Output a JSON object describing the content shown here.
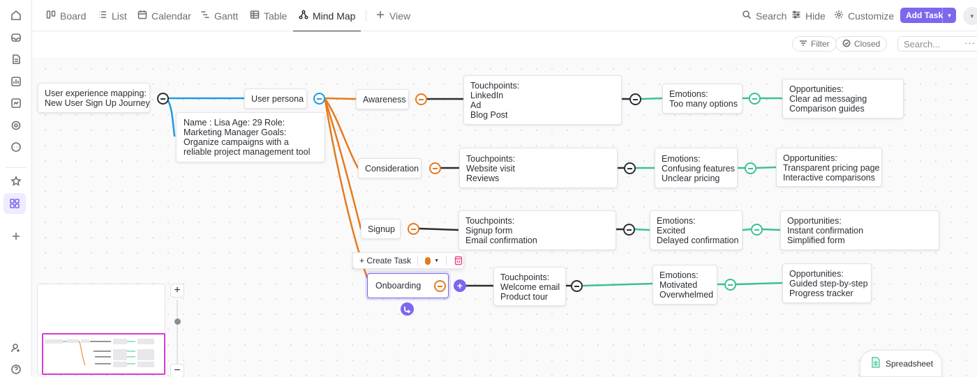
{
  "tabs": [
    {
      "label": "Board",
      "icon": "board-icon"
    },
    {
      "label": "List",
      "icon": "list-icon"
    },
    {
      "label": "Calendar",
      "icon": "calendar-icon"
    },
    {
      "label": "Gantt",
      "icon": "gantt-icon"
    },
    {
      "label": "Table",
      "icon": "table-icon"
    },
    {
      "label": "Mind Map",
      "icon": "mind-map-icon",
      "active": true
    }
  ],
  "add_view_label": "View",
  "toolbar": {
    "search_label": "Search",
    "hide_label": "Hide",
    "customize_label": "Customize",
    "add_task_label": "Add Task"
  },
  "filters": {
    "filter_label": "Filter",
    "closed_label": "Closed",
    "search_placeholder": "Search..."
  },
  "colors": {
    "accent": "#7b68ee",
    "root_branch": "#1e9be0",
    "stage_branch": "#e67a1d",
    "emotion_branch": "#3cc192",
    "dark_link": "#2a2e34",
    "toolbar_color_dot": "#e67a1d"
  },
  "mindmap": {
    "root": {
      "lines": [
        "User experience mapping:",
        "New User Sign Up Journey"
      ]
    },
    "persona": {
      "label": "User persona"
    },
    "persona_note": {
      "text": "Name : Lisa Age: 29 Role: Marketing Manager Goals: Organize campaigns with a reliable project management tool"
    },
    "stages": [
      {
        "label": "Awareness",
        "touchpoints": [
          "Touchpoints:",
          "LinkedIn",
          "Ad",
          "Blog Post"
        ],
        "emotions": [
          "Emotions:",
          "Too many options"
        ],
        "opportunities": [
          "Opportunities:",
          "Clear ad messaging",
          "Comparison guides"
        ]
      },
      {
        "label": "Consideration",
        "touchpoints": [
          "Touchpoints:",
          "Website visit",
          "Reviews"
        ],
        "emotions": [
          "Emotions:",
          "Confusing features",
          "Unclear pricing"
        ],
        "opportunities": [
          "Opportunities:",
          "Transparent pricing page",
          "Interactive comparisons"
        ]
      },
      {
        "label": "Signup",
        "touchpoints": [
          "Touchpoints:",
          "Signup form",
          "Email confirmation"
        ],
        "emotions": [
          "Emotions:",
          "Excited",
          "Delayed confirmation"
        ],
        "opportunities": [
          "Opportunities:",
          "Instant confirmation",
          "Simplified form"
        ]
      },
      {
        "label": "Onboarding",
        "selected": true,
        "touchpoints": [
          "Touchpoints:",
          "Welcome email",
          "Product tour"
        ],
        "emotions": [
          "Emotions:",
          "Motivated",
          "Overwhelmed"
        ],
        "opportunities": [
          "Opportunities:",
          "Guided step-by-step",
          "Progress tracker"
        ]
      }
    ]
  },
  "node_toolbar": {
    "create_task_label": "+ Create Task"
  },
  "spreadsheet_label": "Spreadsheet"
}
